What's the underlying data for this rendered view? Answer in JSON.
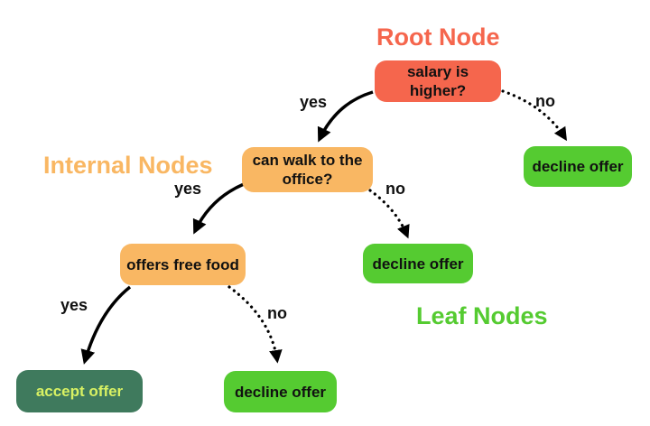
{
  "diagram": {
    "kind": "decision-tree",
    "section_titles": {
      "root": "Root Node",
      "internal": "Internal Nodes",
      "leaf": "Leaf Nodes"
    },
    "nodes": {
      "salary": "salary is higher?",
      "walk": "can walk to the office?",
      "food": "offers free food",
      "decline_top": "decline offer",
      "decline_mid": "decline offer",
      "decline_bottom": "decline offer",
      "accept": "accept offer"
    },
    "edge_labels": {
      "salary_yes": "yes",
      "salary_no": "no",
      "walk_yes": "yes",
      "walk_no": "no",
      "food_yes": "yes",
      "food_no": "no"
    },
    "colors": {
      "root_node": "#f5664d",
      "internal_node": "#f9b763",
      "leaf_decline": "#55cb31",
      "leaf_accept_bg": "#3f7a5d",
      "leaf_accept_text": "#d8f163",
      "edge": "#000000",
      "background": "#ffffff"
    }
  }
}
